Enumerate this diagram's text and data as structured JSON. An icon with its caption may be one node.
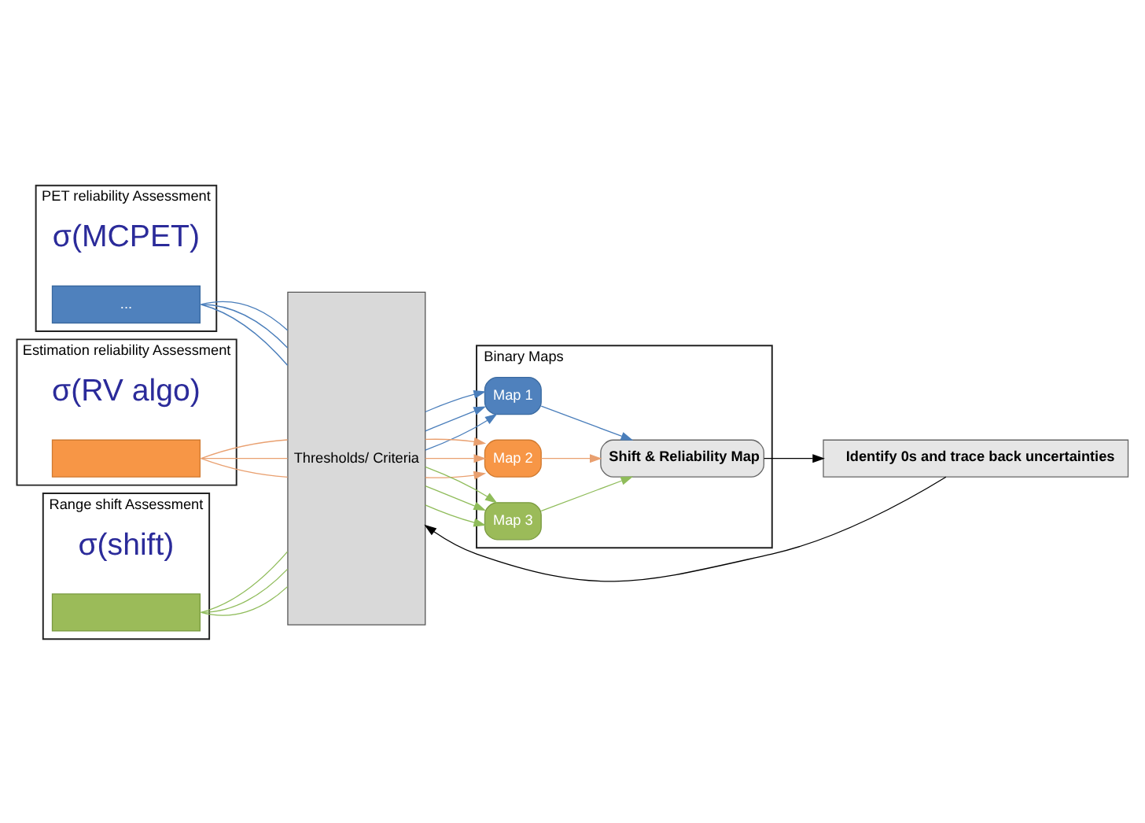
{
  "diagram": {
    "nodes": [
      {
        "text": [
          "PET reliability Assessment"
        ]
      },
      {
        "text": [
          "σ(MCPET)"
        ],
        "in": 0
      },
      {
        "text": [
          "..."
        ],
        "in": 0
      },
      {
        "text": [
          "Estimation reliability Assessment"
        ]
      },
      {
        "text": [
          "σ(RV algo)"
        ],
        "in": 3
      },
      {
        "text": [],
        "shape": "box",
        "in": 3
      },
      {
        "text": [
          "Range shift Assessment"
        ]
      },
      {
        "text": [
          "σ(shift)"
        ],
        "in": 6
      },
      {
        "text": [],
        "shape": "box",
        "in": 6
      },
      {
        "text": [
          "Thresholds/ Criteria"
        ]
      },
      {
        "text": [
          "Binary Maps"
        ]
      },
      {
        "text": [
          "Map 1"
        ],
        "in": 10
      },
      {
        "text": [
          "Map 2"
        ],
        "in": 10
      },
      {
        "text": [
          "Map 3"
        ],
        "in": 10
      },
      {
        "text": [
          "Shift & Reliability Map"
        ],
        "in": 10
      },
      {
        "text": [
          "Identify 0s and trace back uncertainties"
        ]
      }
    ],
    "edges": [
      {
        "from": 2,
        "to": 9,
        "arrow": "none",
        "color": "#4a7ebb"
      },
      {
        "from": 2,
        "to": 9,
        "arrow": "none",
        "color": "#4a7ebb"
      },
      {
        "from": 2,
        "to": 9,
        "arrow": "none",
        "color": "#4a7ebb"
      },
      {
        "from": 5,
        "to": 9,
        "arrow": "none",
        "color": "#e9a070"
      },
      {
        "from": 5,
        "to": 9,
        "arrow": "none",
        "color": "#e9a070"
      },
      {
        "from": 5,
        "to": 9,
        "arrow": "none",
        "color": "#e9a070"
      },
      {
        "from": 8,
        "to": 9,
        "arrow": "none",
        "color": "#8fbc5a"
      },
      {
        "from": 8,
        "to": 9,
        "arrow": "none",
        "color": "#8fbc5a"
      },
      {
        "from": 8,
        "to": 9,
        "arrow": "none",
        "color": "#8fbc5a"
      },
      {
        "from": 9,
        "to": 11,
        "arrow": "to",
        "color": "#4a7ebb"
      },
      {
        "from": 9,
        "to": 11,
        "arrow": "to",
        "color": "#4a7ebb"
      },
      {
        "from": 9,
        "to": 11,
        "arrow": "to",
        "color": "#4a7ebb"
      },
      {
        "from": 9,
        "to": 12,
        "arrow": "to",
        "color": "#e9a070"
      },
      {
        "from": 9,
        "to": 12,
        "arrow": "to",
        "color": "#e9a070"
      },
      {
        "from": 9,
        "to": 12,
        "arrow": "to",
        "color": "#e9a070"
      },
      {
        "from": 9,
        "to": 13,
        "arrow": "to",
        "color": "#8fbc5a"
      },
      {
        "from": 9,
        "to": 13,
        "arrow": "to",
        "color": "#8fbc5a"
      },
      {
        "from": 9,
        "to": 13,
        "arrow": "to",
        "color": "#8fbc5a"
      },
      {
        "from": 11,
        "to": 14,
        "arrow": "to",
        "color": "#4a7ebb"
      },
      {
        "from": 12,
        "to": 14,
        "arrow": "to",
        "color": "#e9a070"
      },
      {
        "from": 13,
        "to": 14,
        "arrow": "to",
        "color": "#8fbc5a"
      },
      {
        "from": 14,
        "to": 15,
        "arrow": "to",
        "color": "#000000"
      },
      {
        "from": 15,
        "to": 9,
        "arrow": "to",
        "color": "#000000"
      }
    ]
  }
}
